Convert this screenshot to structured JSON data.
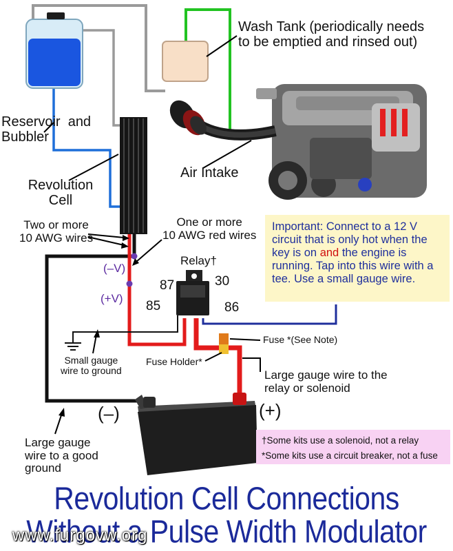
{
  "labels": {
    "wash_tank": [
      "Wash Tank (periodically needs",
      "to be emptied and rinsed out)"
    ],
    "reservoir": [
      "Reservoir  and",
      "Bubbler"
    ],
    "air_intake": "Air Intake",
    "revolution_cell": [
      "Revolution",
      "Cell"
    ],
    "awg_wires": [
      "Two or more",
      "10 AWG wires"
    ],
    "red_wires": [
      "One or more",
      "10 AWG red wires"
    ],
    "neg_v": "(–V)",
    "pos_v": "(+V)",
    "relay": "Relay†",
    "t87": "87",
    "t30": "30",
    "t85": "85",
    "t86": "86",
    "fuse": "Fuse *(See Note)",
    "fuse_holder": "Fuse Holder*",
    "small_gauge": [
      "Small gauge",
      "wire to ground"
    ],
    "large_to_relay": [
      "Large gauge wire to the",
      "relay or solenoid"
    ],
    "minus": "(–)",
    "plus": "(+)",
    "large_to_ground": [
      "Large gauge",
      "wire to a good",
      "ground"
    ]
  },
  "note": {
    "prefix": "Important: Connect to a 12 V circuit that is only hot when the key is on ",
    "highlight": "and",
    "suffix": " the engine is running. Tap into this wire with a tee. Use a small gauge wire."
  },
  "footnotes": [
    "†Some kits use a solenoid, not a relay",
    "*Some kits use a circuit breaker, not a fuse"
  ],
  "title": [
    "Revolution Cell Connections",
    "Without a Pulse Width Modulator"
  ],
  "watermark": "www.furgovw.org",
  "colors": {
    "title": "#1b2a9a",
    "note_text": "#1f2f9c",
    "note_bg": "#fdf6c8",
    "footnote_bg": "#f8d2f3",
    "red_wire": "#e31b1b",
    "green_hose": "#22c322",
    "blue_hose": "#1e6fd9",
    "water": "#1a56e0",
    "polarity": "#5b2aa0"
  }
}
